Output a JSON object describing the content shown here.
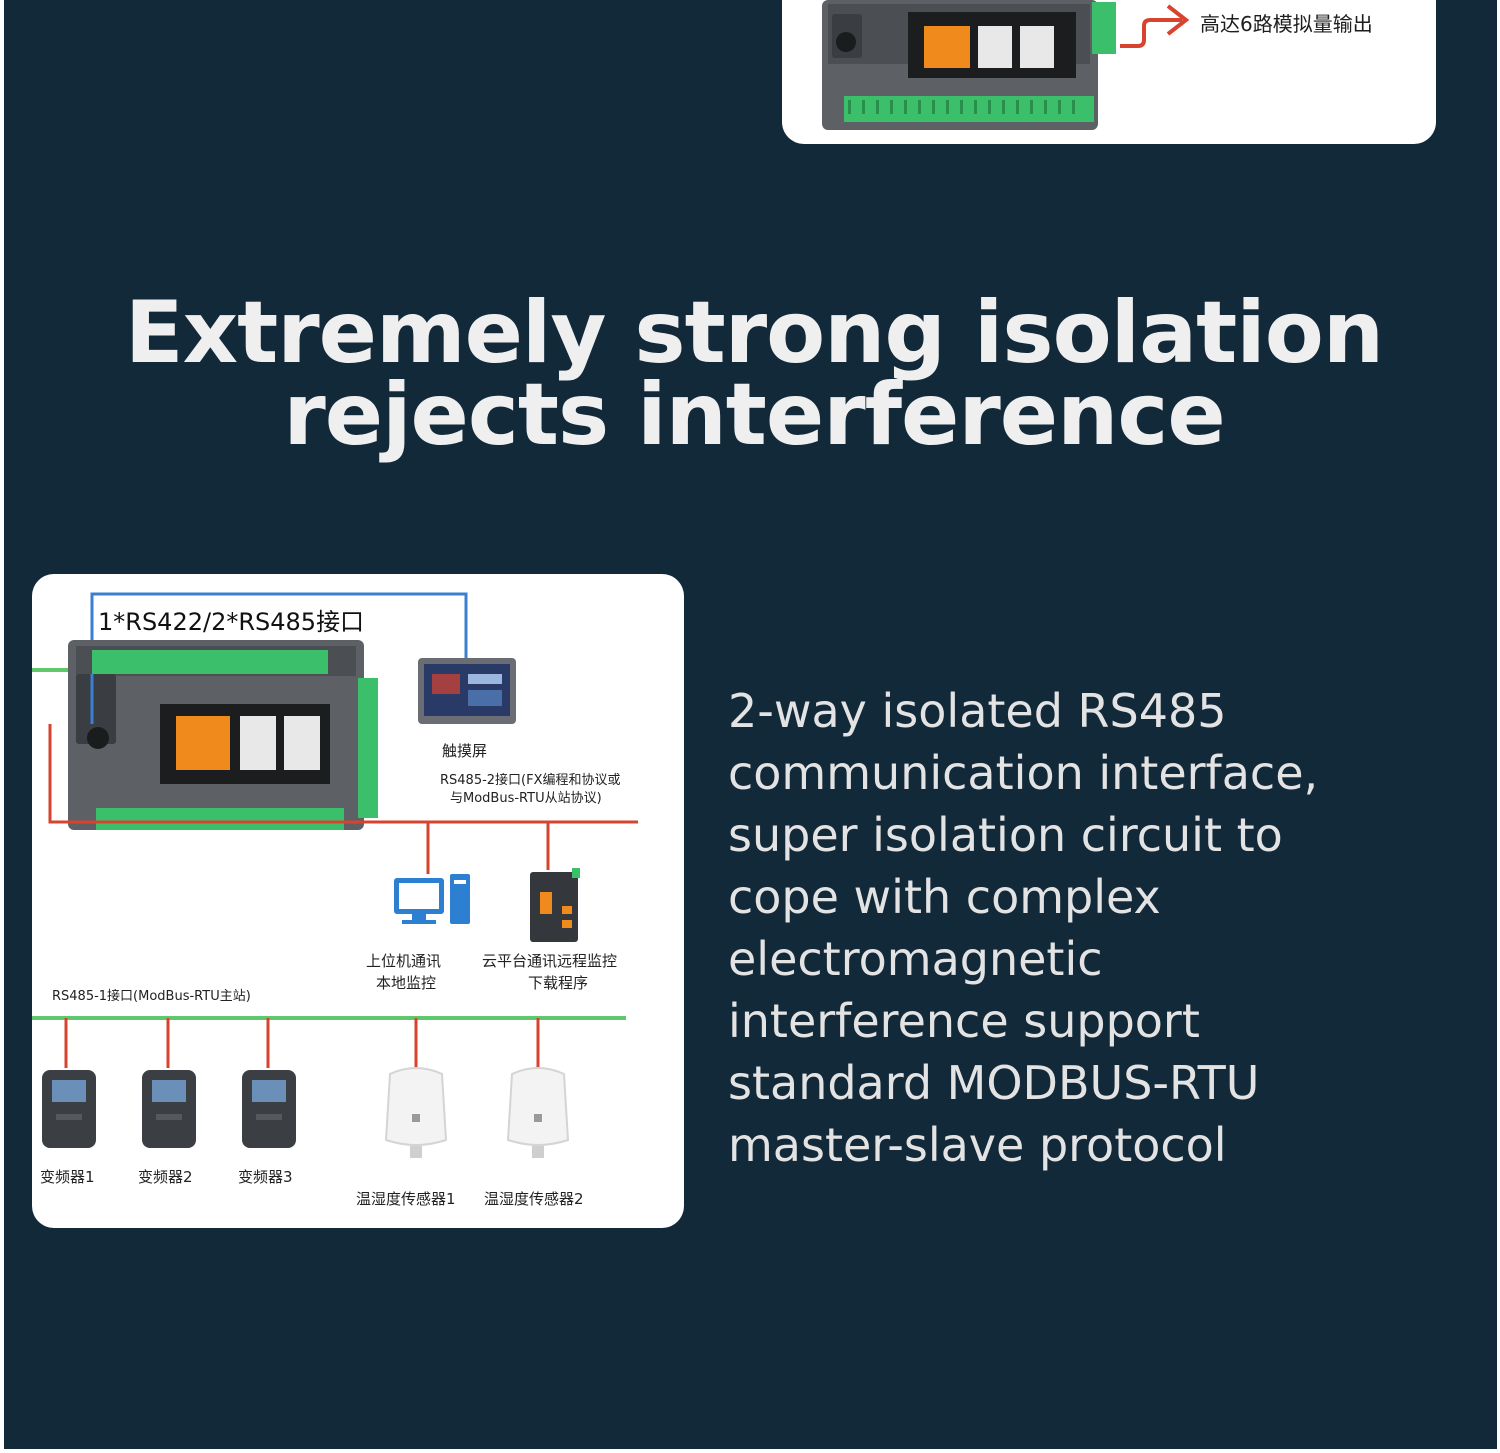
{
  "top_card": {
    "label": "高达6路模拟量输出"
  },
  "headline": {
    "line1": "Extremely strong isolation",
    "line2": "rejects interference"
  },
  "diagram": {
    "interface_title": "1*RS422/2*RS485接口",
    "touchscreen_label": "触摸屏",
    "rs485_2_line1": "RS485-2接口(FX编程和协议或",
    "rs485_2_line2": "与ModBus-RTU从站协议)",
    "pc_line1": "上位机通讯",
    "pc_line2": "本地监控",
    "cloud_line1": "云平台通讯远程监控",
    "cloud_line2": "下载程序",
    "rs485_1": "RS485-1接口(ModBus-RTU主站)",
    "inverters": [
      "变频器1",
      "变频器2",
      "变频器3"
    ],
    "sensors": [
      "温湿度传感器1",
      "温湿度传感器2"
    ]
  },
  "description": {
    "lines": [
      "2-way isolated RS485",
      "communication interface,",
      "super isolation circuit to",
      "cope with complex",
      "electromagnetic",
      "interference support",
      "standard MODBUS-RTU",
      "master-slave protocol"
    ]
  },
  "colors": {
    "background": "#12293a",
    "bus_green": "#5fc86a",
    "bus_red": "#d8432f",
    "link_blue": "#3a7fd2",
    "accent_orange": "#f08a1c"
  }
}
